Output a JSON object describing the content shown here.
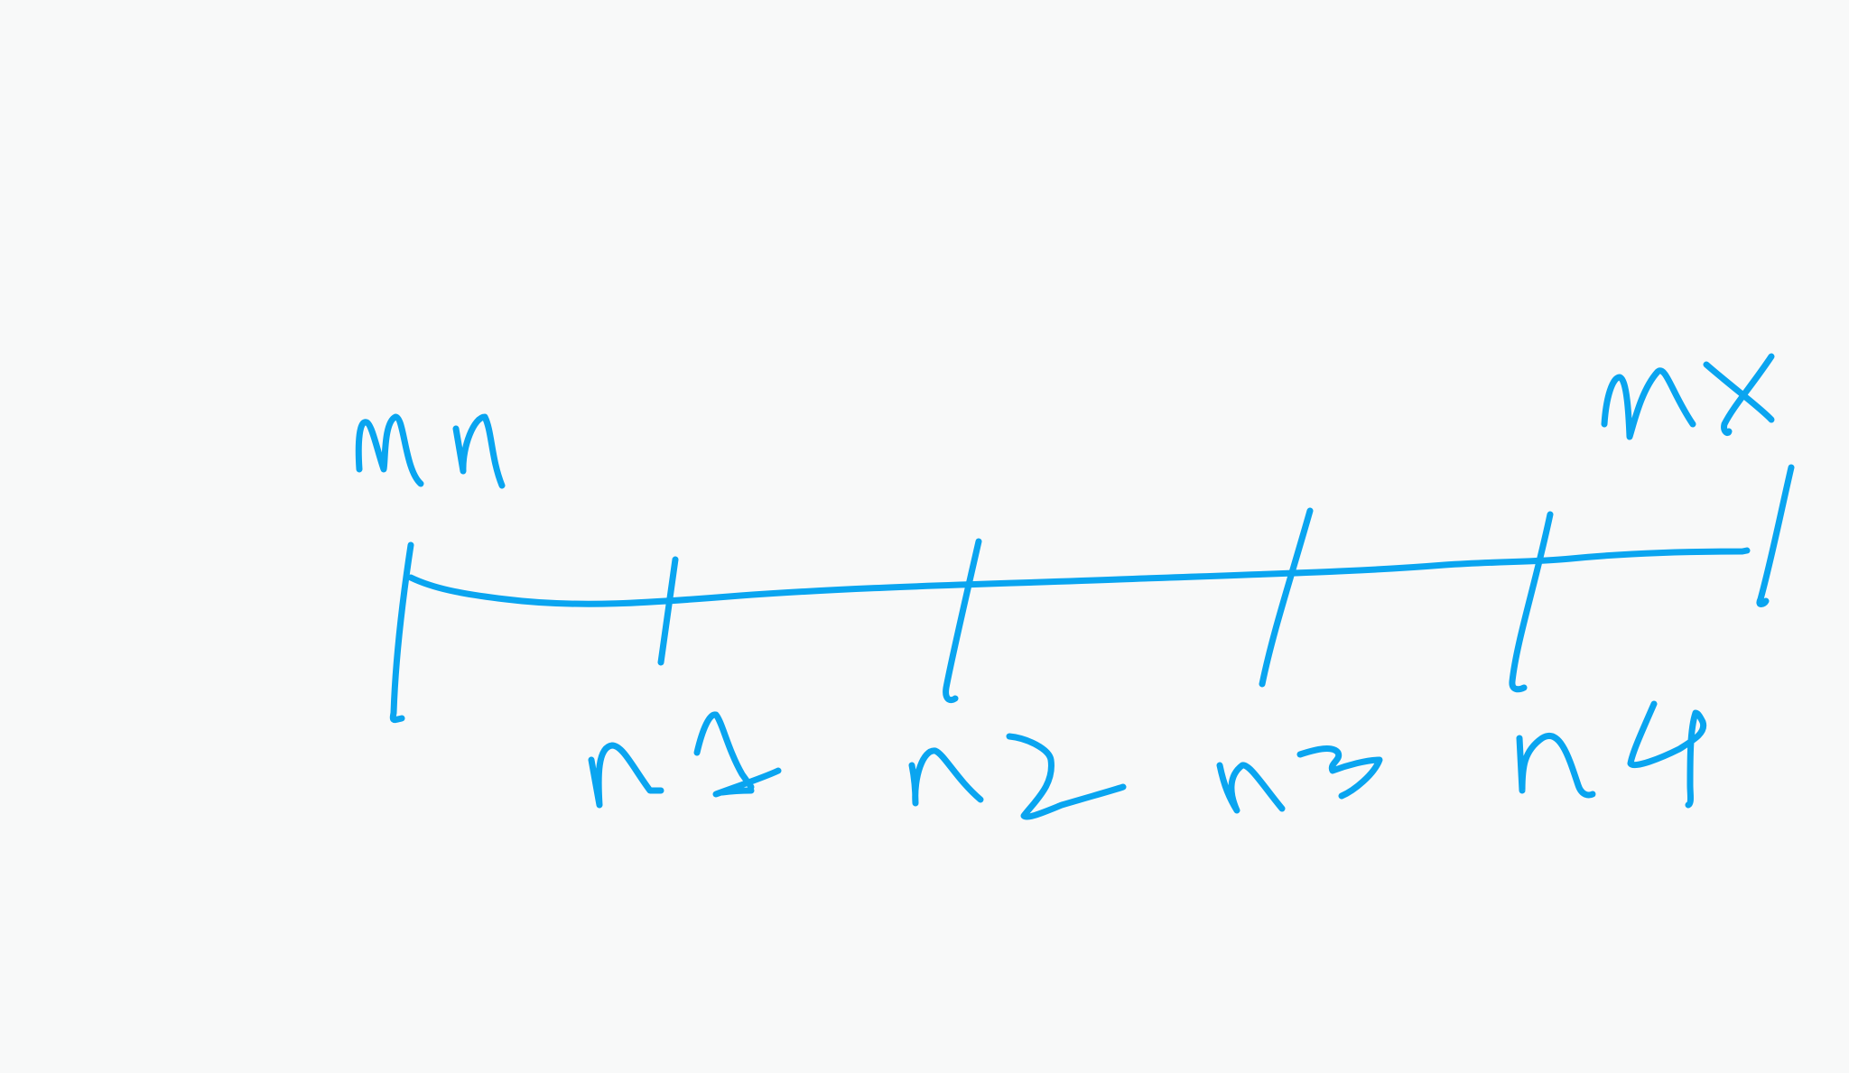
{
  "ink_color": "#0aa5f0",
  "background_color": "#f8f9f9",
  "labels": {
    "min": "mn",
    "max": "mx",
    "n1": "n1",
    "n2": "n2",
    "n3": "n3",
    "n4": "n4"
  }
}
